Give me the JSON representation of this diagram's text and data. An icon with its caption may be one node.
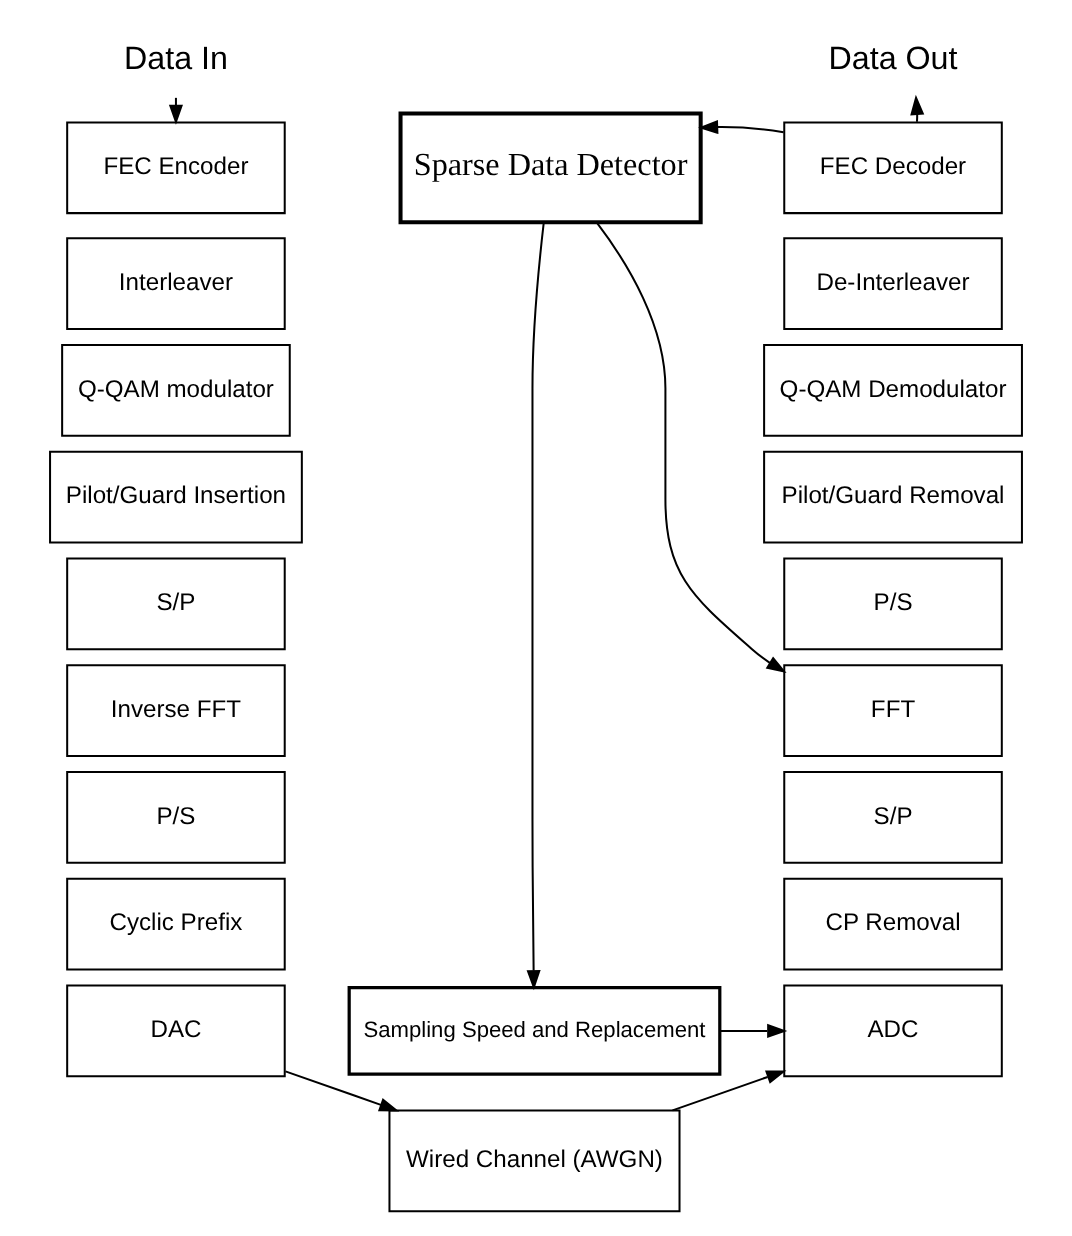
{
  "diagram": {
    "nodes": [
      {
        "text": [
          "Data In"
        ]
      },
      {
        "text": [
          "Data Out"
        ]
      },
      {
        "text": [
          "FEC Encoder"
        ]
      },
      {
        "text": [
          "Interleaver"
        ]
      },
      {
        "text": [
          "Q-QAM modulator"
        ]
      },
      {
        "text": [
          "Pilot/Guard Insertion"
        ]
      },
      {
        "text": [
          "S/P"
        ]
      },
      {
        "text": [
          "Inverse FFT"
        ]
      },
      {
        "text": [
          "P/S"
        ]
      },
      {
        "text": [
          "Cyclic Prefix"
        ]
      },
      {
        "text": [
          "DAC"
        ]
      },
      {
        "text": [
          "Sparse Data Detector"
        ]
      },
      {
        "text": [
          "Sampling Speed and Replacement"
        ]
      },
      {
        "text": [
          "Wired Channel (AWGN)"
        ]
      },
      {
        "text": [
          "FEC Decoder"
        ]
      },
      {
        "text": [
          "De-Interleaver"
        ]
      },
      {
        "text": [
          "Q-QAM Demodulator"
        ]
      },
      {
        "text": [
          "Pilot/Guard Removal"
        ]
      },
      {
        "text": [
          "P/S"
        ]
      },
      {
        "text": [
          "FFT"
        ]
      },
      {
        "text": [
          "S/P"
        ]
      },
      {
        "text": [
          "CP Removal"
        ]
      },
      {
        "text": [
          "ADC"
        ]
      }
    ],
    "edges": [
      {
        "from": 0,
        "to": 2,
        "arrow": "to"
      },
      {
        "from": 14,
        "to": 1,
        "arrow": "to"
      },
      {
        "from": 14,
        "to": 11,
        "arrow": "to"
      },
      {
        "from": 11,
        "to": 12,
        "arrow": "to"
      },
      {
        "from": 11,
        "to": 19,
        "arrow": "to"
      },
      {
        "from": 10,
        "to": 13,
        "arrow": "to"
      },
      {
        "from": 13,
        "to": 22,
        "arrow": "to"
      },
      {
        "from": 12,
        "to": 22,
        "arrow": "to"
      }
    ]
  }
}
